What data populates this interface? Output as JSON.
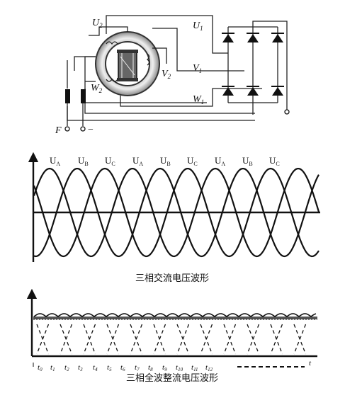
{
  "circuit": {
    "stator_labels": [
      {
        "key": "U",
        "sub": "2"
      },
      {
        "key": "V",
        "sub": "2"
      },
      {
        "key": "W",
        "sub": "2"
      }
    ],
    "phase_lines": [
      {
        "key": "U",
        "sub": "1"
      },
      {
        "key": "V",
        "sub": "1"
      },
      {
        "key": "W",
        "sub": "1"
      }
    ],
    "field_terminal": "F",
    "ground_terminal": "−"
  },
  "ac_waveform": {
    "phase_labels": [
      {
        "key": "U",
        "sub": "A"
      },
      {
        "key": "U",
        "sub": "B"
      },
      {
        "key": "U",
        "sub": "C"
      },
      {
        "key": "U",
        "sub": "A"
      },
      {
        "key": "U",
        "sub": "B"
      },
      {
        "key": "U",
        "sub": "C"
      },
      {
        "key": "U",
        "sub": "A"
      },
      {
        "key": "U",
        "sub": "B"
      },
      {
        "key": "U",
        "sub": "C"
      }
    ],
    "caption": "三相交流电压波形"
  },
  "rectified_waveform": {
    "time_labels": [
      {
        "key": "t",
        "sub": "0"
      },
      {
        "key": "t",
        "sub": "1"
      },
      {
        "key": "t",
        "sub": "2"
      },
      {
        "key": "t",
        "sub": "3"
      },
      {
        "key": "t",
        "sub": "4"
      },
      {
        "key": "t",
        "sub": "5"
      },
      {
        "key": "t",
        "sub": "6"
      },
      {
        "key": "t",
        "sub": "7"
      },
      {
        "key": "t",
        "sub": "8"
      },
      {
        "key": "t",
        "sub": "9"
      },
      {
        "key": "t",
        "sub": "10"
      },
      {
        "key": "t",
        "sub": "11"
      },
      {
        "key": "t",
        "sub": "12"
      }
    ],
    "axis_end_label": "t",
    "caption": "三相全波整流电压波形"
  }
}
